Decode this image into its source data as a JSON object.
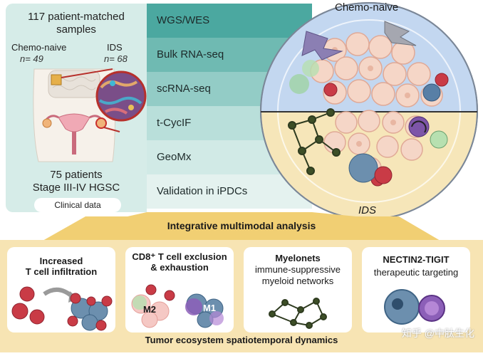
{
  "cohort": {
    "title_line1": "117 patient-matched",
    "title_line2": "samples",
    "group_a_label": "Chemo-naive",
    "group_a_n": "n= 49",
    "group_b_label": "IDS",
    "group_b_n": "n= 68",
    "patients": "75 patients",
    "stage": "Stage III-IV HGSC",
    "clinical": "Clinical data"
  },
  "assays": [
    {
      "label": "WGS/WES",
      "color": "#4ba8a0"
    },
    {
      "label": "Bulk RNA-seq",
      "color": "#6fbab2"
    },
    {
      "label": "scRNA-seq",
      "color": "#93ccc6"
    },
    {
      "label": "t-CycIF",
      "color": "#b9dfda"
    },
    {
      "label": "GeoMx",
      "color": "#d1eae6"
    },
    {
      "label": "Validation in iPDCs",
      "color": "#e4f2ef"
    }
  ],
  "circle": {
    "top_label": "Chemo-naive",
    "bottom_label": "IDS",
    "top_color": "#c3d7f0",
    "bottom_color": "#f6e6b9"
  },
  "integrative_title": "Integrative multimodal analysis",
  "cards": [
    {
      "title_line1": "Increased",
      "title_line2": "T cell infiltration",
      "sub_line1": "",
      "sub_line2": ""
    },
    {
      "title_line1": "CD8⁺ T cell exclusion",
      "title_line2": "& exhaustion",
      "sub_line1": "",
      "sub_line2": "",
      "m2": "M2",
      "m1": "M1"
    },
    {
      "title_line1": "Myelonets",
      "title_line2": "",
      "sub_line1": "immune-suppressive",
      "sub_line2": "myeloid networks"
    },
    {
      "title_line1": "NECTIN2-TIGIT",
      "title_line2": "",
      "sub_line1": "therapeutic targeting",
      "sub_line2": ""
    }
  ],
  "bottom_title": "Tumor ecosystem spatiotemporal dynamics",
  "watermark": "知乎 @中肽生化",
  "colors": {
    "teal_panel": "#d6ece8",
    "band": "#f7e4b3",
    "tumor_cell": "#f3d4c8",
    "t_cell": "#c93b46",
    "macrophage": "#6c8fae"
  }
}
